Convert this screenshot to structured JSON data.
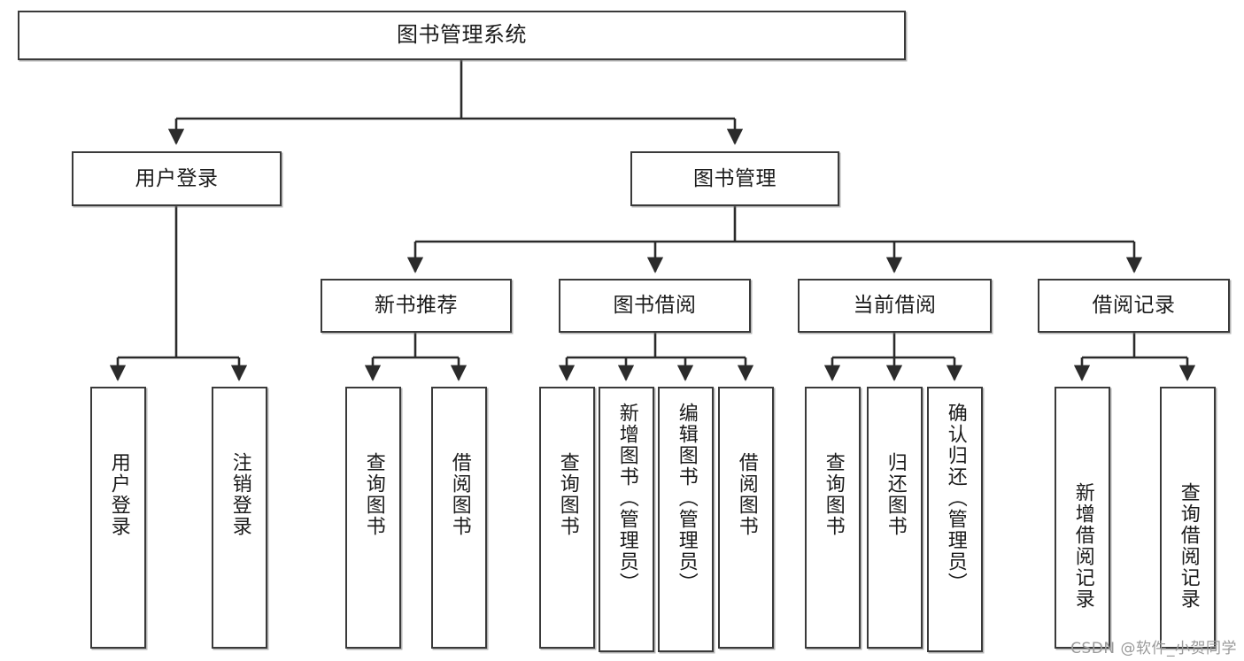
{
  "diagram": {
    "title": "图书管理系统",
    "watermark": "CSDN @软件_小贺同学",
    "line_color": "#2b2b2b",
    "box_border_color": "#3a3a3a",
    "background_color": "#ffffff",
    "root": {
      "label": "图书管理系统"
    },
    "level2": [
      {
        "label": "用户登录"
      },
      {
        "label": "图书管理"
      }
    ],
    "level3": [
      {
        "label": "新书推荐"
      },
      {
        "label": "图书借阅"
      },
      {
        "label": "当前借阅"
      },
      {
        "label": "借阅记录"
      }
    ],
    "leaves": {
      "user_login": [
        {
          "label": "用户登录"
        },
        {
          "label": "注销登录"
        }
      ],
      "new_book_recommend": [
        {
          "label": "查询图书"
        },
        {
          "label": "借阅图书"
        }
      ],
      "book_borrow": [
        {
          "label": "查询图书"
        },
        {
          "label": "新增图书（管理员）"
        },
        {
          "label": "编辑图书（管理员）"
        },
        {
          "label": "借阅图书"
        }
      ],
      "current_borrow": [
        {
          "label": "查询图书"
        },
        {
          "label": "归还图书"
        },
        {
          "label": "确认归还（管理员）"
        }
      ],
      "borrow_record": [
        {
          "label": "新增借阅记录"
        },
        {
          "label": "查询借阅记录"
        }
      ]
    }
  }
}
